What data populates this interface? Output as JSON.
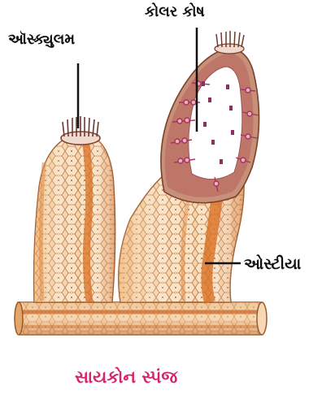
{
  "labels": {
    "osculum": "ઑસ્ક્યુલમ",
    "collar_cells": "કોલર કોષ",
    "ostia": "ઓસ્ટીયા"
  },
  "caption": "સાયકોન સ્પંજ",
  "colors": {
    "sponge_body": "#f1c48f",
    "sponge_dark": "#c7631f",
    "cell_outline": "#b06a3a",
    "collar_cells": "#a8345a",
    "cavity": "#ffffff",
    "caption": "#d6246e",
    "leader_line": "#111111"
  }
}
